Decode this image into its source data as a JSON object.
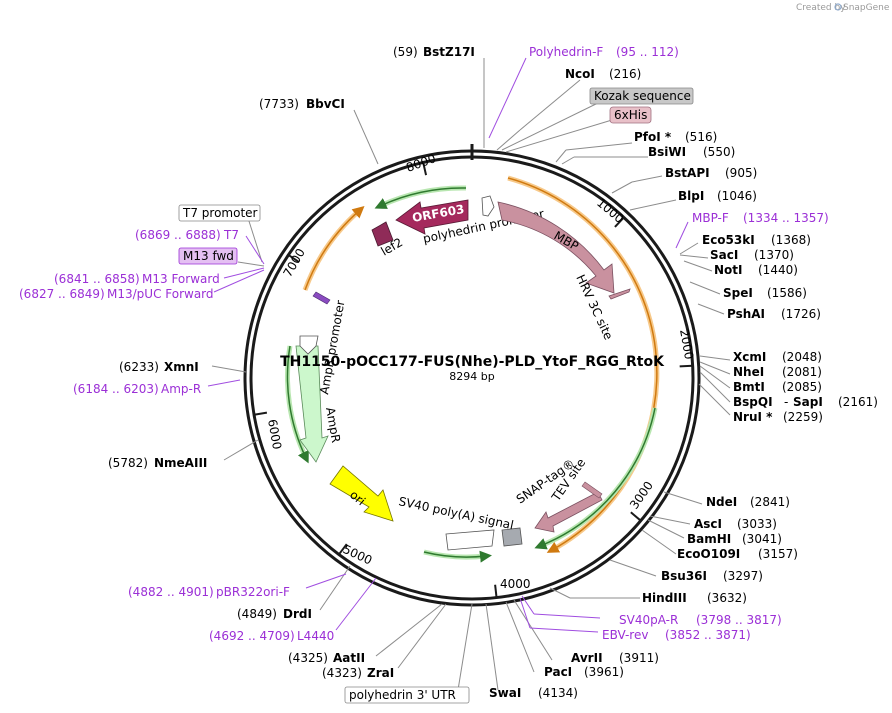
{
  "credit": {
    "text": "Created by",
    "brand": "SnapGene"
  },
  "plasmid": {
    "name": "TH1150-pOCC177-FUS(Nhe)-PLD_YtoF_RGG_RtoK",
    "size": "8294 bp"
  },
  "ticks": [
    "1000",
    "2000",
    "3000",
    "4000",
    "5000",
    "6000",
    "7000",
    "8000"
  ],
  "sites": [
    {
      "name": "BstZ17I",
      "pos": "(59)"
    },
    {
      "name": "NcoI",
      "pos": "(216)"
    },
    {
      "name": "PfoI *",
      "pos": "(516)"
    },
    {
      "name": "BsiWI",
      "pos": "(550)"
    },
    {
      "name": "BstAPI",
      "pos": "(905)"
    },
    {
      "name": "BlpI",
      "pos": "(1046)"
    },
    {
      "name": "Eco53kI",
      "pos": "(1368)"
    },
    {
      "name": "SacI",
      "pos": "(1370)"
    },
    {
      "name": "NotI",
      "pos": "(1440)"
    },
    {
      "name": "SpeI",
      "pos": "(1586)"
    },
    {
      "name": "PshAI",
      "pos": "(1726)"
    },
    {
      "name": "XcmI",
      "pos": "(2048)"
    },
    {
      "name": "NheI",
      "pos": "(2081)"
    },
    {
      "name": "BmtI",
      "pos": "(2085)"
    },
    {
      "name": "BspQI",
      "pos": "-"
    },
    {
      "name": "SapI",
      "pos": "(2161)"
    },
    {
      "name": "NruI *",
      "pos": "(2259)"
    },
    {
      "name": "NdeI",
      "pos": "(2841)"
    },
    {
      "name": "AscI",
      "pos": "(3033)"
    },
    {
      "name": "BamHI",
      "pos": "(3041)"
    },
    {
      "name": "EcoO109I",
      "pos": "(3157)"
    },
    {
      "name": "Bsu36I",
      "pos": "(3297)"
    },
    {
      "name": "HindIII",
      "pos": "(3632)"
    },
    {
      "name": "AvrII",
      "pos": "(3911)"
    },
    {
      "name": "PacI",
      "pos": "(3961)"
    },
    {
      "name": "SwaI",
      "pos": "(4134)"
    },
    {
      "name": "ZraI",
      "pos": "(4323)"
    },
    {
      "name": "AatII",
      "pos": "(4325)"
    },
    {
      "name": "DrdI",
      "pos": "(4849)"
    },
    {
      "name": "NmeAIII",
      "pos": "(5782)"
    },
    {
      "name": "XmnI",
      "pos": "(6233)"
    },
    {
      "name": "BbvCI",
      "pos": "(7733)"
    }
  ],
  "primers": [
    {
      "name": "Polyhedrin-F",
      "range": "(95 .. 112)"
    },
    {
      "name": "MBP-F",
      "range": "(1334 .. 1357)"
    },
    {
      "name": "SV40pA-R",
      "range": "(3798 .. 3817)"
    },
    {
      "name": "EBV-rev",
      "range": "(3852 .. 3871)"
    },
    {
      "name": "L4440",
      "range": "(4692 .. 4709)"
    },
    {
      "name": "pBR322ori-F",
      "range": "(4882 .. 4901)"
    },
    {
      "name": "Amp-R",
      "range": "(6184 .. 6203)"
    },
    {
      "name": "M13/pUC Forward",
      "range": "(6827 .. 6849)"
    },
    {
      "name": "M13 Forward",
      "range": "(6841 .. 6858)"
    },
    {
      "name": "T7",
      "range": "(6869 .. 6888)"
    }
  ],
  "boxed_labels": {
    "kozak": "Kozak sequence",
    "his": "6xHis",
    "t7promoter": "T7 promoter",
    "m13fwd": "M13 fwd",
    "polyhedrin3utr": "polyhedrin 3' UTR"
  },
  "features": {
    "orf603": "ORF603",
    "lef2": "lef2",
    "polyhedrin_promoter": "polyhedrin promoter",
    "mbp": "MBP",
    "hrv3c": "HRV 3C site",
    "snap_tag": "SNAP-tag®",
    "tev": "TEV site",
    "sv40": "SV40 poly(A) signal",
    "ori": "ori",
    "ampr": "AmpR",
    "ampr_promoter": "AmpR promoter"
  },
  "colors": {
    "primer": "#9b2fd6",
    "mbp": "#c9919f",
    "orf603": "#a5295d",
    "ori": "#ffff00",
    "ampr": "#ccf7cc",
    "orange_arc": "#f0a030",
    "green_arc": "#339933"
  }
}
